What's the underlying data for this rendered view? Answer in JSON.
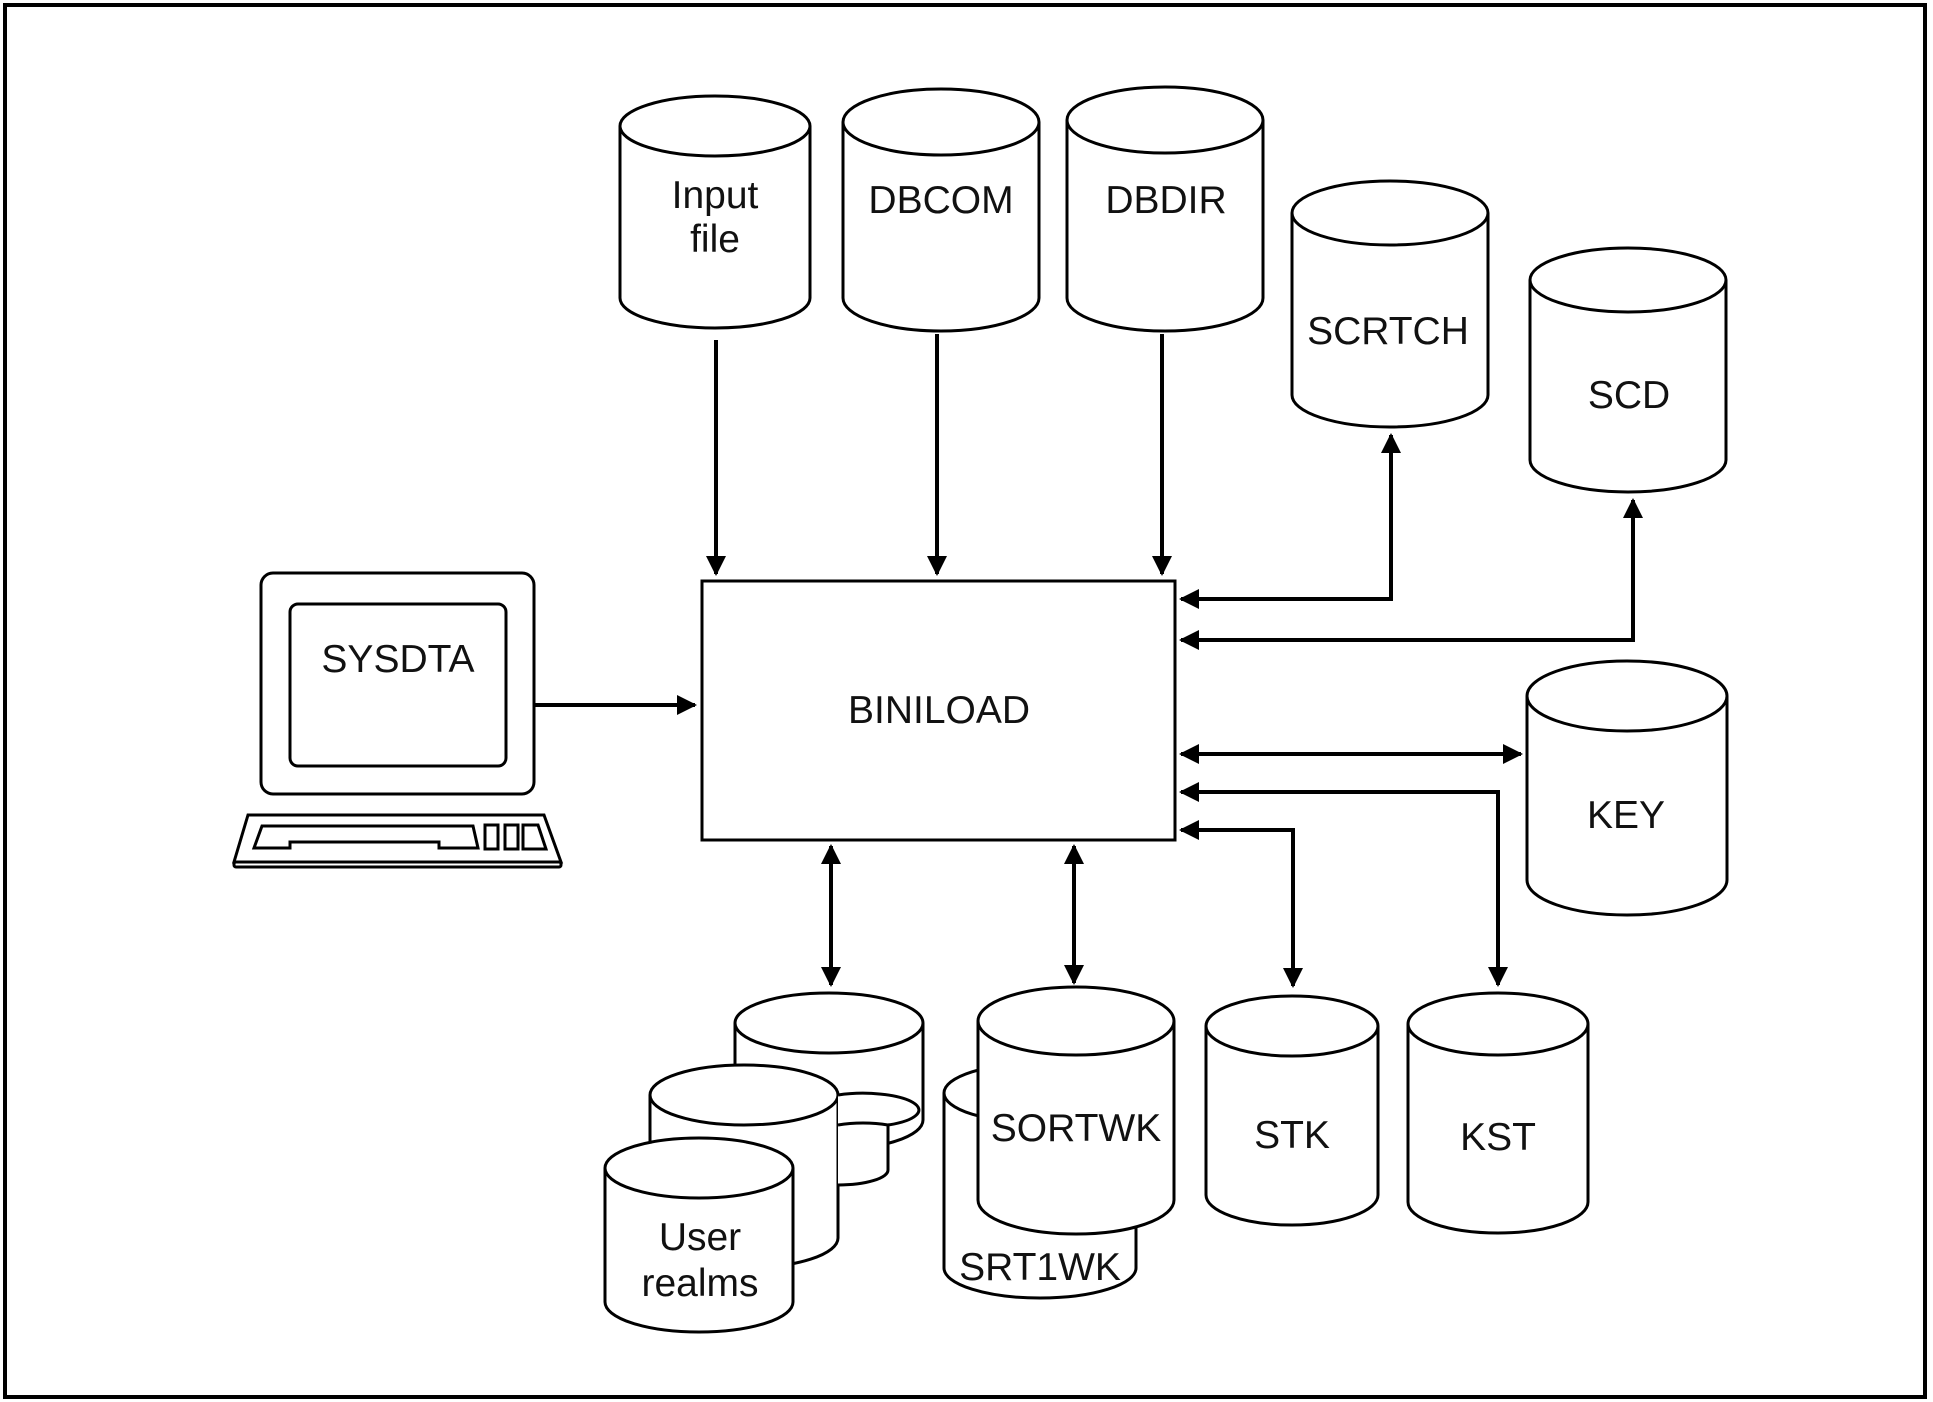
{
  "nodes": {
    "input_file": [
      "Input",
      "file"
    ],
    "dbcom": "DBCOM",
    "dbdir": "DBDIR",
    "scrtch": "SCRTCH",
    "scd": "SCD",
    "sysdta": "SYSDTA",
    "biniload": "BINILOAD",
    "key": "KEY",
    "user_realms": [
      "User",
      "realms"
    ],
    "sortwk": "SORTWK",
    "srt1wk": "SRT1WK",
    "stk": "STK",
    "kst": "KST"
  }
}
